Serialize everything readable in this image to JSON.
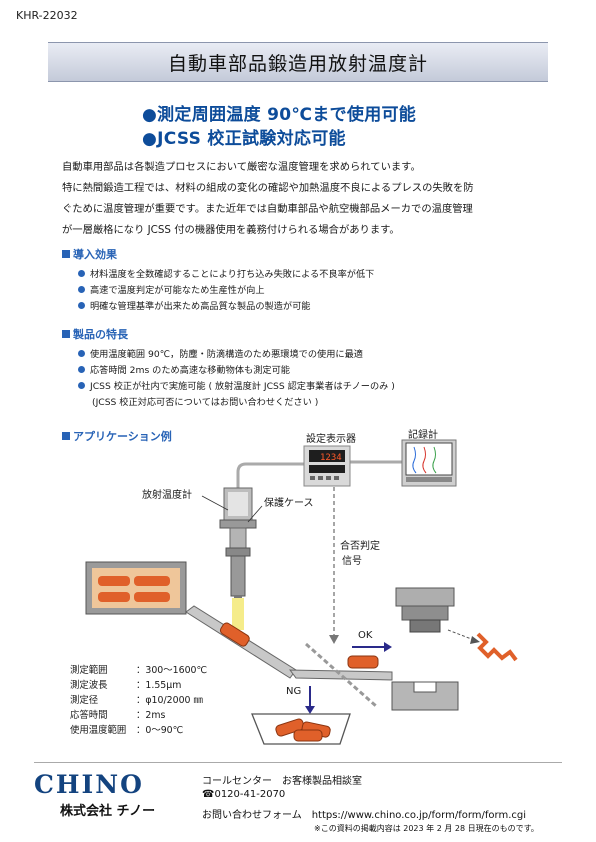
{
  "doc_code": "KHR-22032",
  "title": "自動車部品鍛造用放射温度計",
  "headlines": [
    "●測定周囲温度 90℃まで使用可能",
    "●JCSS 校正試験対応可能"
  ],
  "intro_lines": [
    "自動車用部品は各製造プロセスにおいて厳密な温度管理を求められています。",
    "特に熱間鍛造工程では、材料の組成の変化の確認や加熱温度不良によるプレスの失敗を防",
    "ぐために温度管理が重要です。また近年では自動車部品や航空機部品メーカでの温度管理",
    "が一層厳格になり JCSS 付の機器使用を義務付けられる場合があります。"
  ],
  "sections": {
    "effects": {
      "heading": "導入効果",
      "items": [
        "材料温度を全数確認することにより打ち込み失敗による不良率が低下",
        "高速で温度判定が可能なため生産性が向上",
        "明確な管理基準が出来ため高品質な製品の製造が可能"
      ]
    },
    "features": {
      "heading": "製品の特長",
      "items": [
        "使用温度範囲 90℃，防塵・防滴構造のため悪環境での使用に最適",
        "応答時間 2ms のため高速な移動物体も測定可能",
        "JCSS 校正が社内で実施可能 ( 放射温度計 JCSS 認定事業者はチノーのみ )"
      ],
      "note": "(JCSS 校正対応可否についてはお問い合わせください )"
    },
    "application": {
      "heading": "アプリケーション例"
    }
  },
  "diagram": {
    "labels": {
      "display": "設定表示器",
      "recorder": "記録計",
      "thermometer": "放射温度計",
      "case": "保護ケース",
      "judge_1": "合否判定",
      "judge_2": "信号",
      "ok": "OK",
      "ng": "NG"
    },
    "display_readout": "1234"
  },
  "specs": [
    {
      "k": "測定範囲",
      "v": "：300～1600℃"
    },
    {
      "k": "測定波長",
      "v": "：1.55μm"
    },
    {
      "k": "測定径",
      "v": "：φ10/2000 ㎜"
    },
    {
      "k": "応答時間",
      "v": "：2ms"
    },
    {
      "k": "使用温度範囲",
      "v": "：0～90℃"
    }
  ],
  "footer": {
    "brand": "CHINO",
    "brand_jp": "株式会社 チノー",
    "call_center": "コールセンター　お客様製品相談室",
    "phone": "☎0120-41-2070",
    "form": "お問い合わせフォーム　https://www.chino.co.jp/form/form/form.cgi",
    "note": "※この資料の掲載内容は 2023 年 2 月 28 日現在のものです。"
  },
  "colors": {
    "accent": "#2863b6",
    "brand": "#13437f",
    "hot": "#e0602a",
    "beam": "#f5ec8a"
  }
}
